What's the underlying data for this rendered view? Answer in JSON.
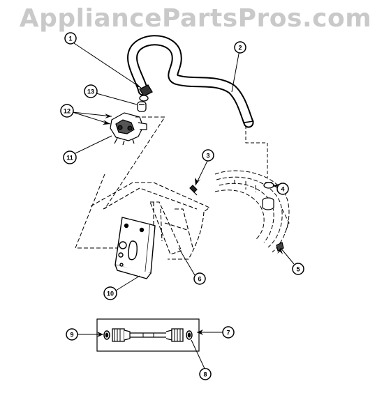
{
  "watermark": "AppliancePartsPros.com",
  "callouts": [
    {
      "id": "1",
      "label": "1"
    },
    {
      "id": "2",
      "label": "2"
    },
    {
      "id": "3",
      "label": "3"
    },
    {
      "id": "4",
      "label": "4"
    },
    {
      "id": "5",
      "label": "5"
    },
    {
      "id": "6",
      "label": "6"
    },
    {
      "id": "7",
      "label": "7"
    },
    {
      "id": "8",
      "label": "8"
    },
    {
      "id": "9",
      "label": "9"
    },
    {
      "id": "10",
      "label": "10"
    },
    {
      "id": "11",
      "label": "11"
    },
    {
      "id": "12",
      "label": "12"
    },
    {
      "id": "13",
      "label": "13"
    }
  ]
}
